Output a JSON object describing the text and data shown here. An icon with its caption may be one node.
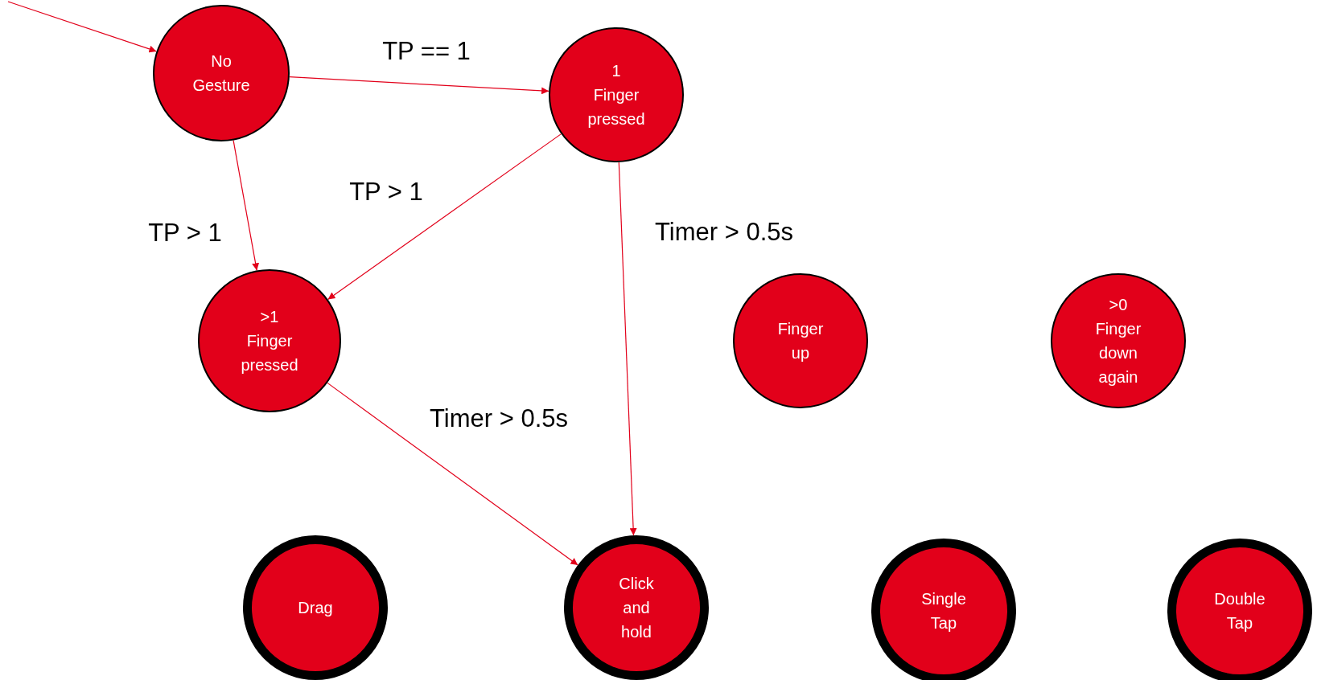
{
  "diagram": {
    "nodes": [
      {
        "text": [
          "No Gesture"
        ]
      },
      {
        "text": [
          "1 Finger pressed"
        ]
      },
      {
        "text": [
          ">1 Finger pressed"
        ]
      },
      {
        "text": [
          "Finger up"
        ]
      },
      {
        "text": [
          ">0 Finger down again"
        ]
      },
      {
        "text": [
          "Drag"
        ]
      },
      {
        "text": [
          "Click and hold"
        ]
      },
      {
        "text": [
          "Single Tap"
        ]
      },
      {
        "text": [
          "Double Tap"
        ]
      }
    ],
    "edges": [
      {
        "from": null,
        "to": 0,
        "arrow": "to"
      },
      {
        "from": 0,
        "to": 1,
        "arrow": "to",
        "label": "TP == 1"
      },
      {
        "from": 0,
        "to": 2,
        "arrow": "to",
        "label": "TP > 1"
      },
      {
        "from": 1,
        "to": 2,
        "arrow": "to",
        "label": "TP > 1"
      },
      {
        "from": 1,
        "to": 6,
        "arrow": "to",
        "label": "Timer > 0.5s"
      },
      {
        "from": 2,
        "to": 6,
        "arrow": "to",
        "label": "Timer > 0.5s"
      }
    ]
  }
}
